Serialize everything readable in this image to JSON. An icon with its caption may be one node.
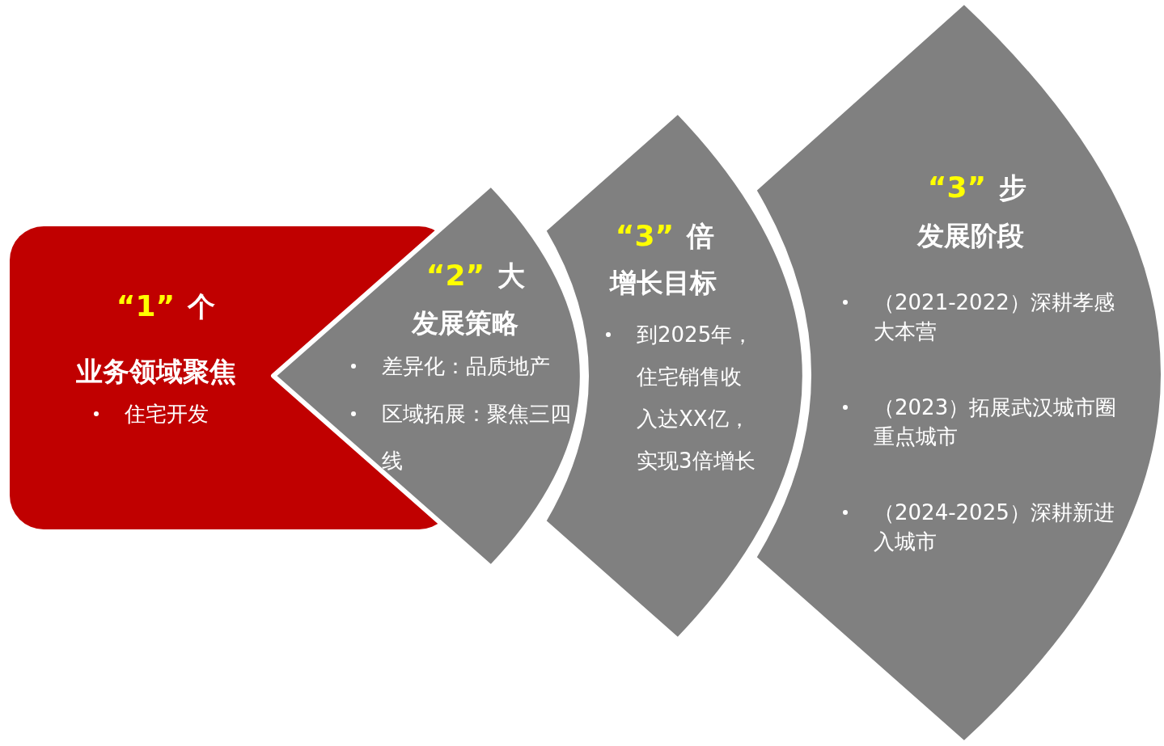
{
  "diagram": {
    "nodes": [
      {
        "text": [
          "“1”",
          "个",
          "业务领域聚焦",
          "住宅开发"
        ]
      },
      {
        "text": [
          "“2”",
          "大",
          "发展策略",
          "差异化：品质地产",
          "区域拓展：聚焦三四线"
        ]
      },
      {
        "text": [
          "“3”",
          "倍",
          "增长目标",
          "到2025年，住宅销售收入达XX亿，实现3倍增长"
        ]
      },
      {
        "text": [
          "“3”",
          "步",
          "发展阶段",
          "（2021-2022）深耕孝感大本营",
          "（2023）拓展武汉城市圈重点城市",
          "（2024-2025）深耕新进入城市"
        ]
      }
    ]
  }
}
